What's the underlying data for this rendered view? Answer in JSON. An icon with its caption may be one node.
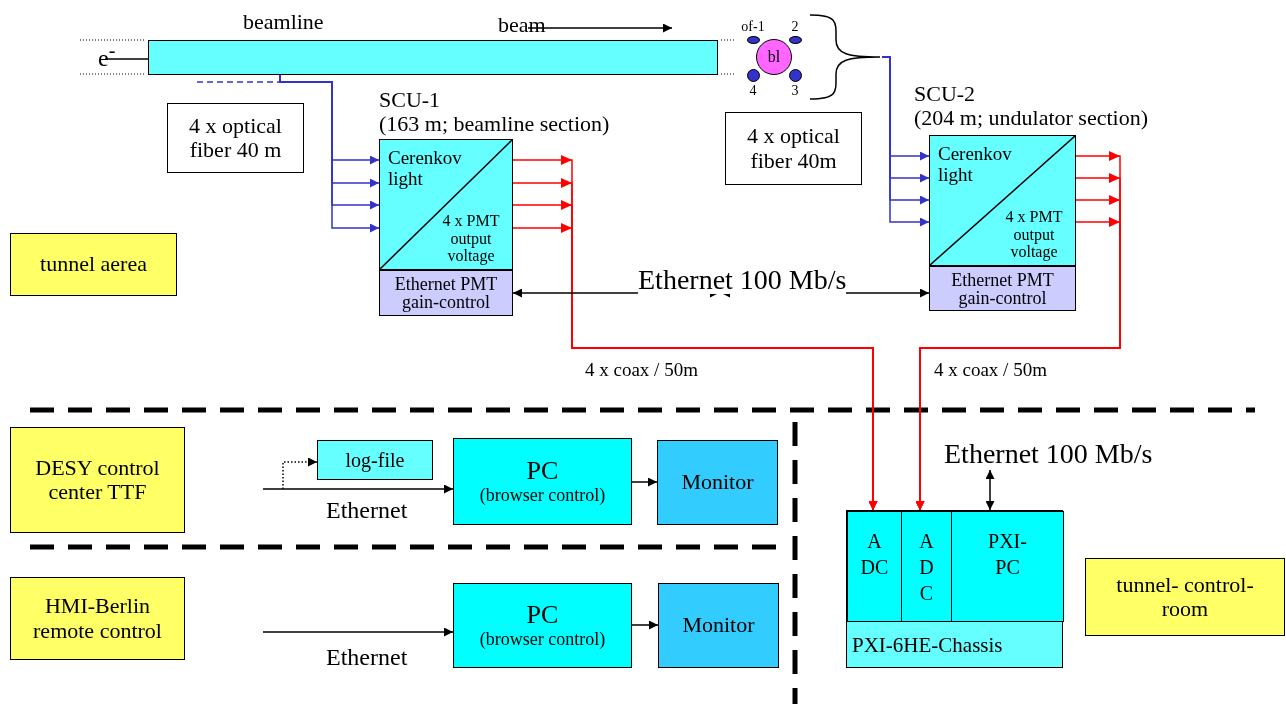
{
  "diagram": {
    "nodes": [
      {
        "text": [
          "beamline"
        ]
      },
      {
        "text": [
          "bl"
        ]
      },
      {
        "text": [],
        "shape": "circle",
        "beside": [
          "of-1"
        ]
      },
      {
        "text": [],
        "shape": "circle",
        "beside": [
          "2"
        ]
      },
      {
        "text": [],
        "shape": "circle",
        "beside": [
          "4"
        ]
      },
      {
        "text": [],
        "shape": "circle",
        "beside": [
          "3"
        ]
      },
      {
        "text": [],
        "shape": "bracket"
      },
      {
        "text": [
          "4 x optical fiber 40 m"
        ]
      },
      {
        "text": [
          "4 x optical fiber 40m"
        ]
      },
      {
        "text": [
          "SCU-1",
          "(163 m; beamline section)"
        ]
      },
      {
        "text": [
          "Cerenkov light",
          "4 x PMT output voltage"
        ],
        "in": 9
      },
      {
        "text": [
          "Ethernet PMT gain-control"
        ],
        "in": 9
      },
      {
        "text": [
          "SCU-2",
          "(204 m; undulator section)"
        ]
      },
      {
        "text": [
          "Cerenkov light",
          "4 x PMT output voltage"
        ],
        "in": 12
      },
      {
        "text": [
          "Ethernet PMT gain-control"
        ],
        "in": 12
      },
      {
        "text": [
          "tunnel aerea"
        ]
      },
      {
        "text": [
          "DESY control center TTF"
        ]
      },
      {
        "text": [
          "log-file"
        ]
      },
      {
        "text": [
          "PC",
          "(browser control)"
        ]
      },
      {
        "text": [
          "Monitor"
        ]
      },
      {
        "text": [
          "HMI-Berlin remote control"
        ]
      },
      {
        "text": [
          "PC",
          "(browser control)"
        ]
      },
      {
        "text": [
          "Monitor"
        ]
      },
      {
        "text": [
          "PXI-6HE-Chassis"
        ]
      },
      {
        "text": [
          "A DC"
        ],
        "in": 23
      },
      {
        "text": [
          "A D C"
        ],
        "in": 23
      },
      {
        "text": [
          "PXI- PC"
        ],
        "in": 23
      },
      {
        "text": [
          "tunnel- control-room"
        ]
      }
    ],
    "edges": [
      {
        "from": 0,
        "to": 10,
        "arrow": "to",
        "color": "#3333cc"
      },
      {
        "from": 0,
        "to": 10,
        "arrow": "to",
        "color": "#3333cc"
      },
      {
        "from": 0,
        "to": 10,
        "arrow": "to",
        "color": "#3333cc"
      },
      {
        "from": 0,
        "to": 10,
        "arrow": "to",
        "color": "#3333cc"
      },
      {
        "from": 6,
        "to": 13,
        "arrow": "to",
        "color": "#3333cc"
      },
      {
        "from": 6,
        "to": 13,
        "arrow": "to",
        "color": "#3333cc"
      },
      {
        "from": 6,
        "to": 13,
        "arrow": "to",
        "color": "#3333cc"
      },
      {
        "from": 6,
        "to": 13,
        "arrow": "to",
        "color": "#3333cc"
      },
      {
        "from": 10,
        "to": 24,
        "arrow": "to",
        "color": "#ff0000",
        "label": "4 x coax / 50m"
      },
      {
        "from": 10,
        "to": 24,
        "arrow": "to",
        "color": "#ff0000"
      },
      {
        "from": 10,
        "to": 24,
        "arrow": "to",
        "color": "#ff0000"
      },
      {
        "from": 10,
        "to": 24,
        "arrow": "to",
        "color": "#ff0000"
      },
      {
        "from": 13,
        "to": 25,
        "arrow": "to",
        "color": "#ff0000",
        "label": "4 x coax / 50m"
      },
      {
        "from": 13,
        "to": 25,
        "arrow": "to",
        "color": "#ff0000"
      },
      {
        "from": 13,
        "to": 25,
        "arrow": "to",
        "color": "#ff0000"
      },
      {
        "from": 13,
        "to": 25,
        "arrow": "to",
        "color": "#ff0000"
      },
      {
        "from": 11,
        "to": null,
        "arrow": "both",
        "color": "#000000",
        "label": "Ethernet 100 Mb/s"
      },
      {
        "from": null,
        "to": 14,
        "arrow": "both",
        "color": "#000000"
      },
      {
        "from": null,
        "to": 26,
        "arrow": "both",
        "color": "#000000",
        "label": "Ethernet 100 Mb/s"
      },
      {
        "from": null,
        "to": 18,
        "arrow": "to",
        "color": "#000000",
        "label": "Ethernet"
      },
      {
        "from": null,
        "to": 17,
        "arrow": "to",
        "color": "#000000",
        "style": "dashed"
      },
      {
        "from": 18,
        "to": 19,
        "arrow": "to",
        "color": "#000000"
      },
      {
        "from": null,
        "to": 21,
        "arrow": "to",
        "color": "#000000",
        "label": "Ethernet"
      },
      {
        "from": 21,
        "to": 22,
        "arrow": "to",
        "color": "#000000"
      }
    ],
    "labels": [
      "e$^{-}$",
      "beam"
    ]
  }
}
